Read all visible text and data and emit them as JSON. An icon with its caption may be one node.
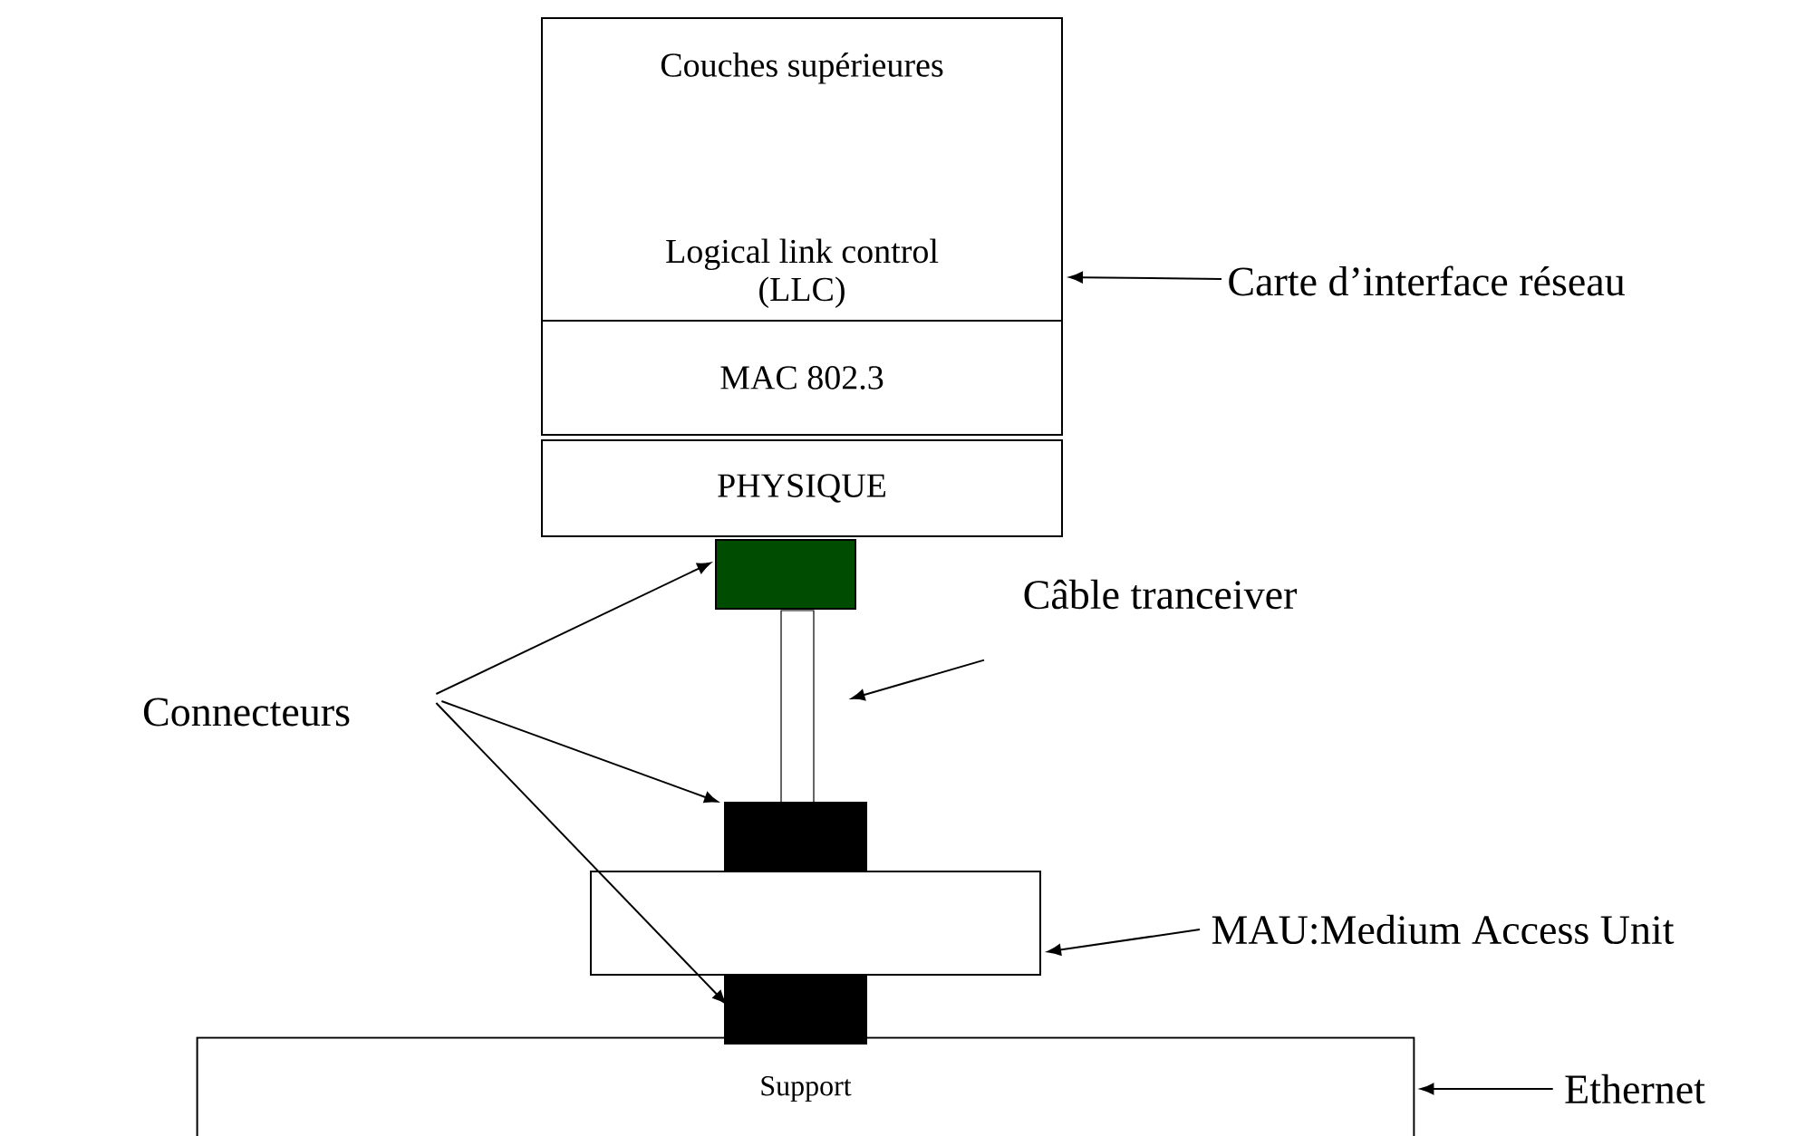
{
  "diagram": {
    "nodes": [
      {
        "text": [
          "Couches supérieures",
          "Logical link control (LLC)"
        ]
      },
      {
        "text": [
          "MAC 802.3"
        ]
      },
      {
        "text": [
          "PHYSIQUE"
        ]
      },
      {
        "text": [
          "Carte d’interface réseau"
        ]
      },
      {
        "text": [],
        "shape": "box"
      },
      {
        "text": [],
        "shape": "bar"
      },
      {
        "text": [
          "Câble tranceiver"
        ]
      },
      {
        "text": [],
        "shape": "box"
      },
      {
        "text": [],
        "shape": "box"
      },
      {
        "text": [
          "MAU:Medium Access Unit"
        ]
      },
      {
        "text": [],
        "shape": "box"
      },
      {
        "text": [
          "Support"
        ]
      },
      {
        "text": [
          "Ethernet"
        ]
      },
      {
        "text": [
          "Connecteurs"
        ]
      }
    ],
    "edges": [
      {
        "from": 3,
        "to": 0,
        "arrow": "to"
      },
      {
        "from": 6,
        "to": 5,
        "arrow": "to"
      },
      {
        "from": 9,
        "to": 8,
        "arrow": "to"
      },
      {
        "from": 12,
        "to": 11,
        "arrow": "to"
      },
      {
        "from": 13,
        "to": 4,
        "arrow": "to"
      },
      {
        "from": 13,
        "to": 7,
        "arrow": "to"
      },
      {
        "from": 13,
        "to": 10,
        "arrow": "to"
      }
    ]
  }
}
